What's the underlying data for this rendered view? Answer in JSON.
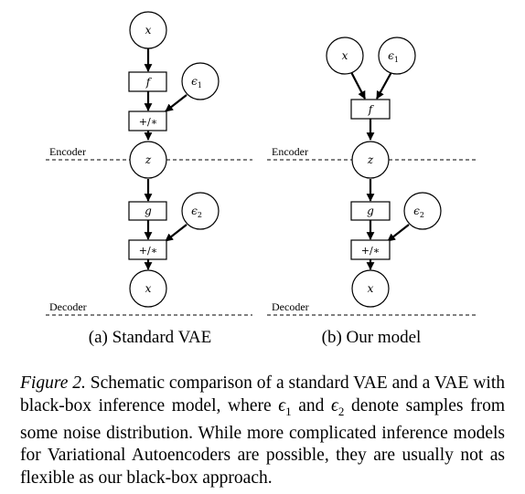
{
  "panel_a": {
    "caption": "(a) Standard VAE",
    "nodes": {
      "x_in": "x",
      "f": "f",
      "eps1": {
        "base": "ϵ",
        "sub": "1"
      },
      "combine1": "+/∗",
      "z": "z",
      "g": "g",
      "eps2": {
        "base": "ϵ",
        "sub": "2"
      },
      "combine2": "+/∗",
      "x_out": "x"
    },
    "encoder_label": "Encoder",
    "decoder_label": "Decoder"
  },
  "panel_b": {
    "caption": "(b) Our model",
    "nodes": {
      "x_in": "x",
      "eps1": {
        "base": "ϵ",
        "sub": "1"
      },
      "f": "f",
      "z": "z",
      "g": "g",
      "eps2": {
        "base": "ϵ",
        "sub": "2"
      },
      "combine2": "+/∗",
      "x_out": "x"
    },
    "encoder_label": "Encoder",
    "decoder_label": "Decoder"
  },
  "figure_caption": {
    "label": "Figure 2.",
    "text_part1": " Schematic comparison of a standard VAE and a VAE with black-box inference model, where ",
    "eps1": {
      "base": "ϵ",
      "sub": "1"
    },
    "text_part2": " and ",
    "eps2": {
      "base": "ϵ",
      "sub": "2"
    },
    "text_part3": " denote samples from some noise distribution. While more complicated inference models for Variational Autoencoders are possible, they are usually not as flexible as our black-box approach."
  }
}
